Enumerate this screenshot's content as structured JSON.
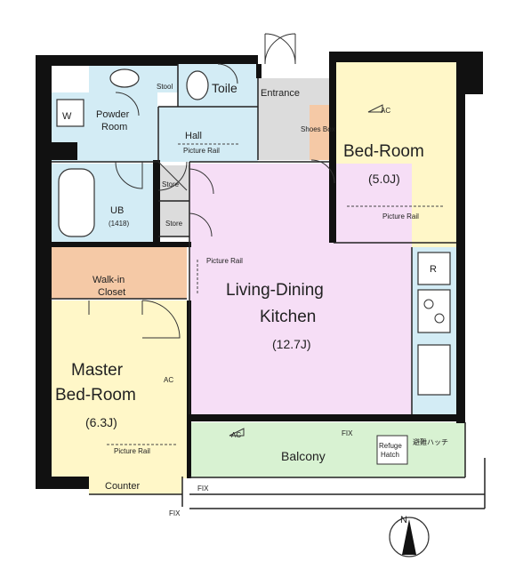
{
  "rooms": {
    "toilet": "Toile",
    "entrance": "Entrance",
    "powder_room": [
      "Powder",
      "Room"
    ],
    "hall": "Hall",
    "shoes_box": "Shoes Box",
    "bedroom": {
      "name": "Bed-Room",
      "size": "(5.0J)"
    },
    "unit_bath": {
      "name": "UB",
      "size": "(1418)"
    },
    "store_upper": "Store",
    "store_lower": "Store",
    "walk_in_closet": [
      "Walk-in",
      "Closet"
    ],
    "ldk": {
      "line1": "Living-Dining",
      "line2": "Kitchen",
      "size": "(12.7J)"
    },
    "master_bedroom": {
      "line1": "Master",
      "line2": "Bed-Room",
      "size": "(6.3J)"
    },
    "balcony": "Balcony",
    "counter": "Counter"
  },
  "annotations": {
    "ac": "AC",
    "fix": "FIX",
    "washer": "W",
    "stool": "Stool",
    "picture_rail": "Picture Rail",
    "refuge_hatch": [
      "Refuge",
      "Hatch"
    ],
    "refuge_hatch_jp": "避難ハッチ",
    "refrigerator": "R",
    "north": "N"
  },
  "colors": {
    "wall": "#111111",
    "wet_area": "#d3ecf5",
    "bedroom": "#fff7c8",
    "ldk": "#f6def6",
    "closet": "#f5c9a6",
    "balcony": "#d8f2d2",
    "floor_gray": "#dcdcdc"
  }
}
